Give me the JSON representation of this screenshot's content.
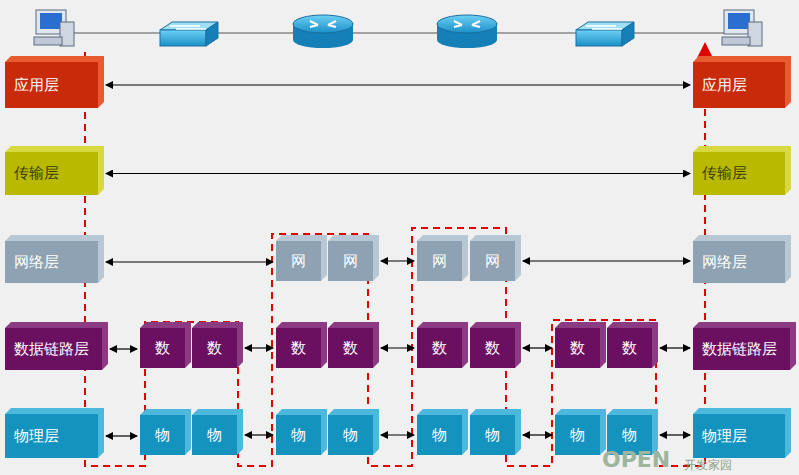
{
  "diagram": {
    "nodes": [
      {
        "text": [
          "应用层"
        ]
      },
      {
        "text": [
          "应用层"
        ]
      },
      {
        "text": [
          "传输层"
        ]
      },
      {
        "text": [
          "传输层"
        ]
      },
      {
        "text": [
          "网络层"
        ]
      },
      {
        "text": [
          "网"
        ]
      },
      {
        "text": [
          "网"
        ]
      },
      {
        "text": [
          "网"
        ]
      },
      {
        "text": [
          "网"
        ]
      },
      {
        "text": [
          "网络层"
        ]
      },
      {
        "text": [
          "数据链路层"
        ]
      },
      {
        "text": [
          "数"
        ]
      },
      {
        "text": [
          "数"
        ]
      },
      {
        "text": [
          "数"
        ]
      },
      {
        "text": [
          "数"
        ]
      },
      {
        "text": [
          "数"
        ]
      },
      {
        "text": [
          "数"
        ]
      },
      {
        "text": [
          "数"
        ]
      },
      {
        "text": [
          "数"
        ]
      },
      {
        "text": [
          "数据链路层"
        ]
      },
      {
        "text": [
          "物理层"
        ]
      },
      {
        "text": [
          "物"
        ]
      },
      {
        "text": [
          "物"
        ]
      },
      {
        "text": [
          "物"
        ]
      },
      {
        "text": [
          "物"
        ]
      },
      {
        "text": [
          "物"
        ]
      },
      {
        "text": [
          "物"
        ]
      },
      {
        "text": [
          "物"
        ]
      },
      {
        "text": [
          "物"
        ]
      },
      {
        "text": [
          "物理层"
        ]
      }
    ],
    "edges": [
      {
        "from": 0,
        "to": 1,
        "arrow": "both"
      },
      {
        "from": 2,
        "to": 3,
        "arrow": "both"
      },
      {
        "from": 4,
        "to": 5,
        "arrow": "both"
      },
      {
        "from": 6,
        "to": 7,
        "arrow": "both"
      },
      {
        "from": 8,
        "to": 9,
        "arrow": "both"
      },
      {
        "from": 10,
        "to": 11,
        "arrow": "both"
      },
      {
        "from": 12,
        "to": 13,
        "arrow": "both"
      },
      {
        "from": 14,
        "to": 15,
        "arrow": "both"
      },
      {
        "from": 16,
        "to": 17,
        "arrow": "both"
      },
      {
        "from": 18,
        "to": 19,
        "arrow": "both"
      },
      {
        "from": 20,
        "to": 21,
        "arrow": "both"
      },
      {
        "from": 22,
        "to": 23,
        "arrow": "both"
      },
      {
        "from": 24,
        "to": 25,
        "arrow": "both"
      },
      {
        "from": 26,
        "to": 27,
        "arrow": "both"
      },
      {
        "from": 28,
        "to": 29,
        "arrow": "both"
      }
    ],
    "labels": [
      "OPEN",
      "开发家园"
    ]
  }
}
